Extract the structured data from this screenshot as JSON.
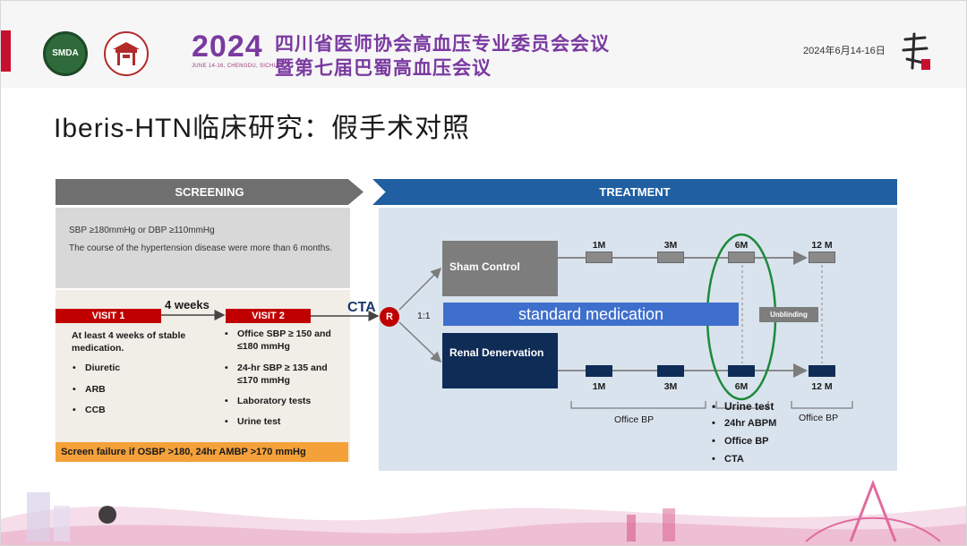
{
  "header": {
    "logo_left": "SMDA",
    "year": "2024",
    "year_sub": "JUNE 14-16, CHENGDU, SICHUAN",
    "conference_line1": "四川省医师协会高血压专业委员会会议",
    "conference_line2": "暨第七届巴蜀高血压会议",
    "date": "2024年6月14-16日"
  },
  "slide": {
    "title": "Iberis-HTN临床研究：假手术对照"
  },
  "screening": {
    "header": "SCREENING",
    "criteria": [
      "SBP ≥180mmHg or DBP ≥110mmHg",
      "The course of the hypertension disease were more than 6 months."
    ],
    "visit1": {
      "label": "VISIT 1",
      "intro": "At least 4 weeks of stable medication.",
      "items": [
        "Diuretic",
        "ARB",
        "CCB"
      ]
    },
    "interval": "4 weeks",
    "visit2": {
      "label": "VISIT 2",
      "items": [
        "Office SBP ≥ 150 and ≤180 mmHg",
        "24-hr  SBP ≥ 135 and ≤170 mmHg",
        "Laboratory tests",
        "Urine test"
      ]
    },
    "failure": "Screen failure if OSBP >180, 24hr AMBP >170 mmHg"
  },
  "treatment": {
    "header": "TREATMENT",
    "cta": "CTA",
    "randomize": "R",
    "ratio": "1:1",
    "arm_sham": "Sham Control",
    "arm_renal": "Renal Denervation",
    "standard_medication": "standard  medication",
    "unblinding": "Unblinding",
    "sham_timepoints": [
      "1M",
      "3M",
      "6M",
      "12 M"
    ],
    "renal_timepoints": [
      "1M",
      "3M",
      "6M",
      "12 M"
    ],
    "office_bp_left": "Office BP",
    "office_bp_right": "Office BP",
    "six_month_tests": [
      "Urine  test",
      "24hr ABPM",
      "Office BP",
      "CTA"
    ]
  },
  "colors": {
    "screening_header": "#6f6f6f",
    "treatment_header": "#1f5fa2",
    "visit": "#c00000",
    "renal_arm": "#0f2c57",
    "sham_arm": "#7d7d7d",
    "standard_medication": "#3f6fcc",
    "failure_bar": "#f4a13a",
    "highlight_ellipse": "#1d8a3a"
  }
}
